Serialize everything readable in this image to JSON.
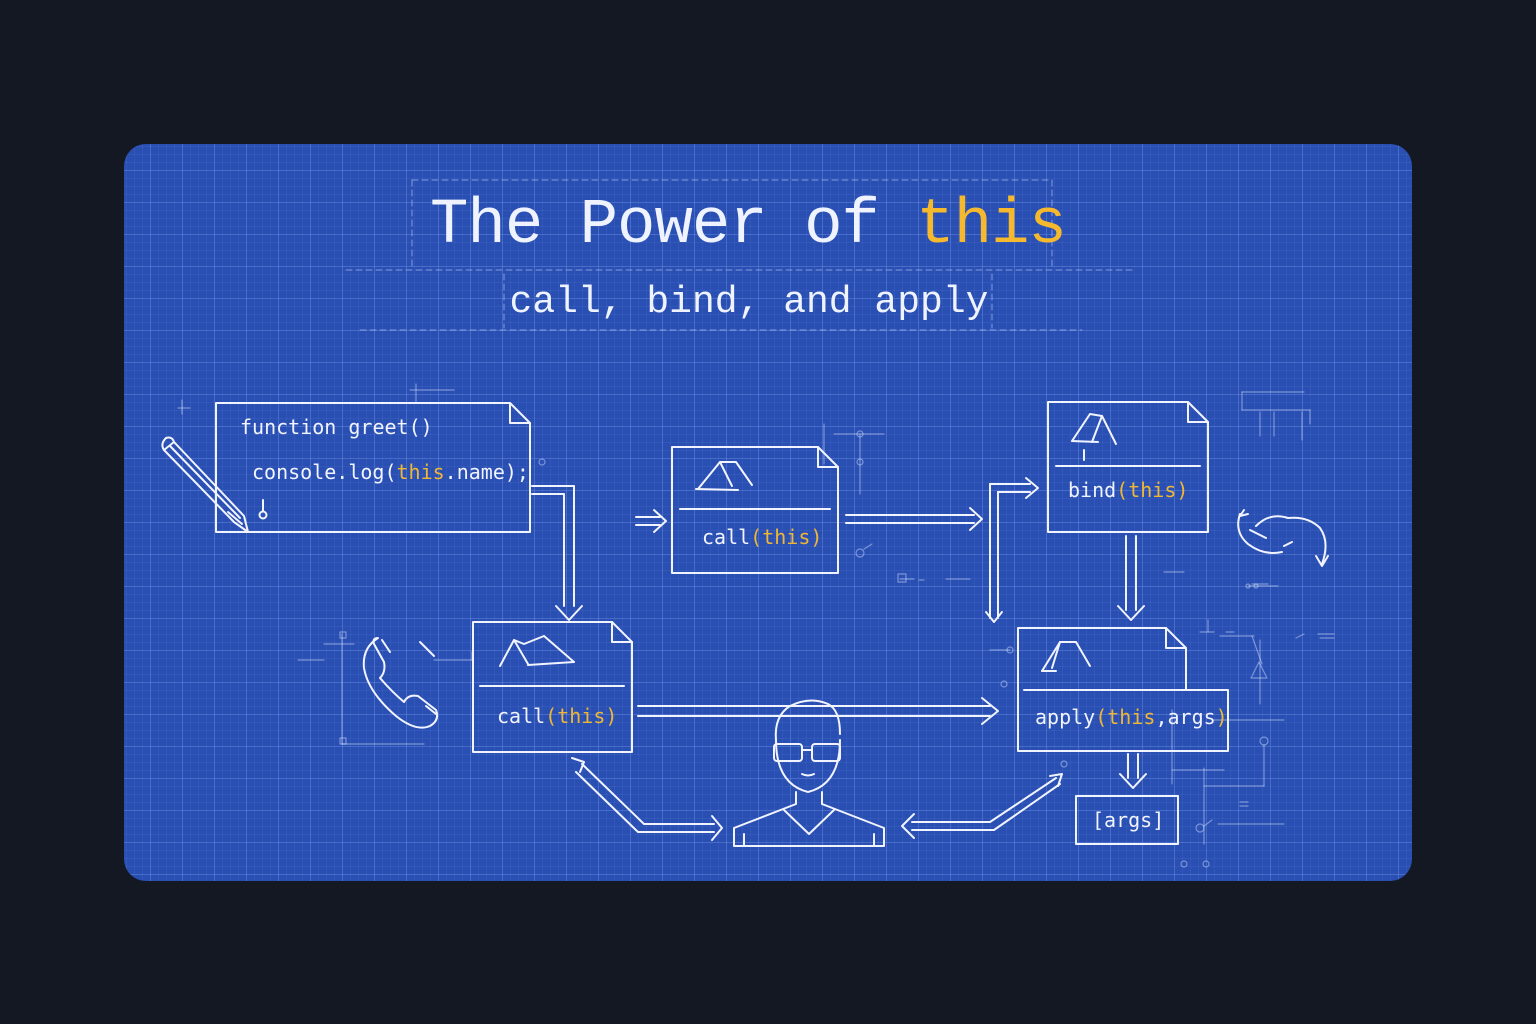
{
  "title": {
    "prefix": "The Power of ",
    "keyword": "this"
  },
  "subtitle": "call, bind, and apply",
  "colors": {
    "page_background": "#141823",
    "board_background": "#2a4fb3",
    "line": "#f1f4ff",
    "keyword": "#f6b92e"
  },
  "code_card": {
    "line1": "function greet()",
    "line2_prefix": "console.log(",
    "line2_keyword": "this",
    "line2_suffix": ".name);"
  },
  "cards": {
    "call_top": {
      "method": "call",
      "open": "(",
      "arg": "this",
      "close": ")"
    },
    "call_bottom": {
      "method": "call",
      "open": "(",
      "arg": "this",
      "close": ")"
    },
    "bind": {
      "method": "bind",
      "open": "(",
      "arg": "this",
      "close": ")"
    },
    "apply": {
      "method": "apply",
      "open": "(",
      "arg": "this",
      "sep": ",",
      "rest": "args",
      "close": ")"
    },
    "args": {
      "label": "[args]"
    }
  },
  "icons": [
    "pencil-icon",
    "phone-icon",
    "person-icon",
    "cycle-arrows-icon"
  ]
}
